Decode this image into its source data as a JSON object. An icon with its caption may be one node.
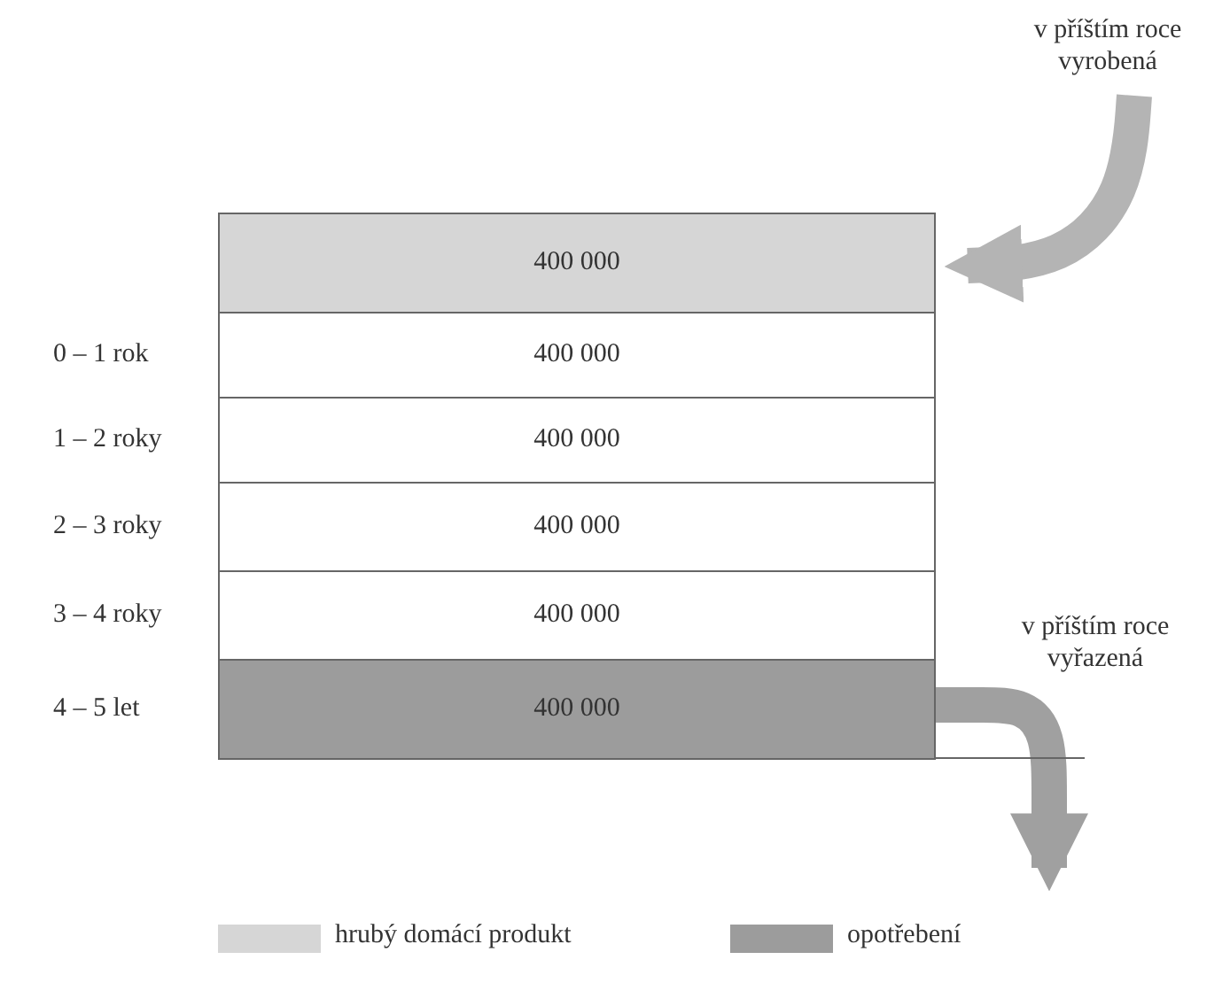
{
  "diagram": {
    "nodes": [
      {
        "text": [
          "v příštím roce vyrobená"
        ]
      },
      {
        "text": [
          "400 000"
        ]
      },
      {
        "text": [
          "400 000"
        ],
        "beside": [
          "0 – 1 rok"
        ]
      },
      {
        "text": [
          "400 000"
        ],
        "beside": [
          "1 – 2 roky"
        ]
      },
      {
        "text": [
          "400 000"
        ],
        "beside": [
          "2 – 3 roky"
        ]
      },
      {
        "text": [
          "400 000"
        ],
        "beside": [
          "3 – 4 roky"
        ]
      },
      {
        "text": [
          "400 000"
        ],
        "beside": [
          "4 – 5 let"
        ]
      }
    ],
    "edges": [
      {
        "from": 0,
        "to": 1,
        "arrow": "to",
        "color": "#b4b4b4"
      },
      {
        "from": 6,
        "to": null,
        "arrow": "to",
        "color": "#a0a0a0"
      }
    ],
    "labels": [
      "v příštím roce vyřazená"
    ],
    "legend": [
      {
        "text": "hrubý domácí produkt",
        "color": "#d6d6d6"
      },
      {
        "text": "opotřebení",
        "color": "#9c9c9c"
      }
    ]
  }
}
